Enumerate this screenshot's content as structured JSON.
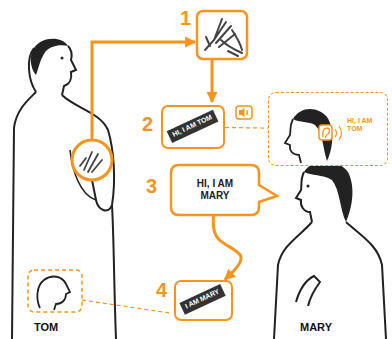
{
  "diagram": {
    "nodes": [
      {
        "text": [
          "HI, I AM TOM"
        ]
      },
      {
        "text": [
          "HI, I AM TOM"
        ]
      },
      {
        "text": [
          "HI, I AM MARY"
        ]
      },
      {
        "text": [
          "I AM MARY"
        ]
      }
    ],
    "edges": [
      {
        "from": 0,
        "to": 1,
        "arrow": "none"
      },
      {
        "from": 2,
        "to": 3,
        "arrow": "to"
      }
    ],
    "labels": [
      "1",
      "2",
      "3",
      "4",
      "TOM",
      "MARY"
    ]
  }
}
